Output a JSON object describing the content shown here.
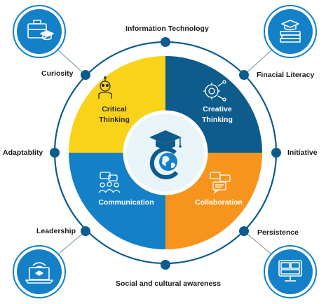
{
  "outer_labels": {
    "top": "Information Technology",
    "top_right": "Finacial Literacy",
    "right": "Initiative",
    "bottom_right": "Persistence",
    "bottom": "Social and cultural awareness",
    "bottom_left": "Leadership",
    "left": "Adaptablity",
    "top_left": "Curiosity"
  },
  "quadrants": {
    "critical_thinking": {
      "line1": "Critical",
      "line2": "Thinking",
      "color": "#F9D21A"
    },
    "creative_thinking": {
      "line1": "Creative",
      "line2": "Thinking",
      "color": "#0D5C8C"
    },
    "communication": {
      "label": "Communication",
      "color": "#1380C7"
    },
    "collaboration": {
      "label": "Collaboration",
      "color": "#F7941D"
    }
  },
  "colors": {
    "ring": "#0D5C8C",
    "corner_circle": "#1380C7",
    "center_fill": "#E9F4F8",
    "connector": "#8FA3AE"
  },
  "icons": {
    "top_left": "briefcase-graduation-icon",
    "top_right": "books-graduation-icon",
    "bottom_left": "laptop-wifi-icon",
    "bottom_right": "video-conference-icon",
    "center": "graduation-globe-logo-icon"
  }
}
